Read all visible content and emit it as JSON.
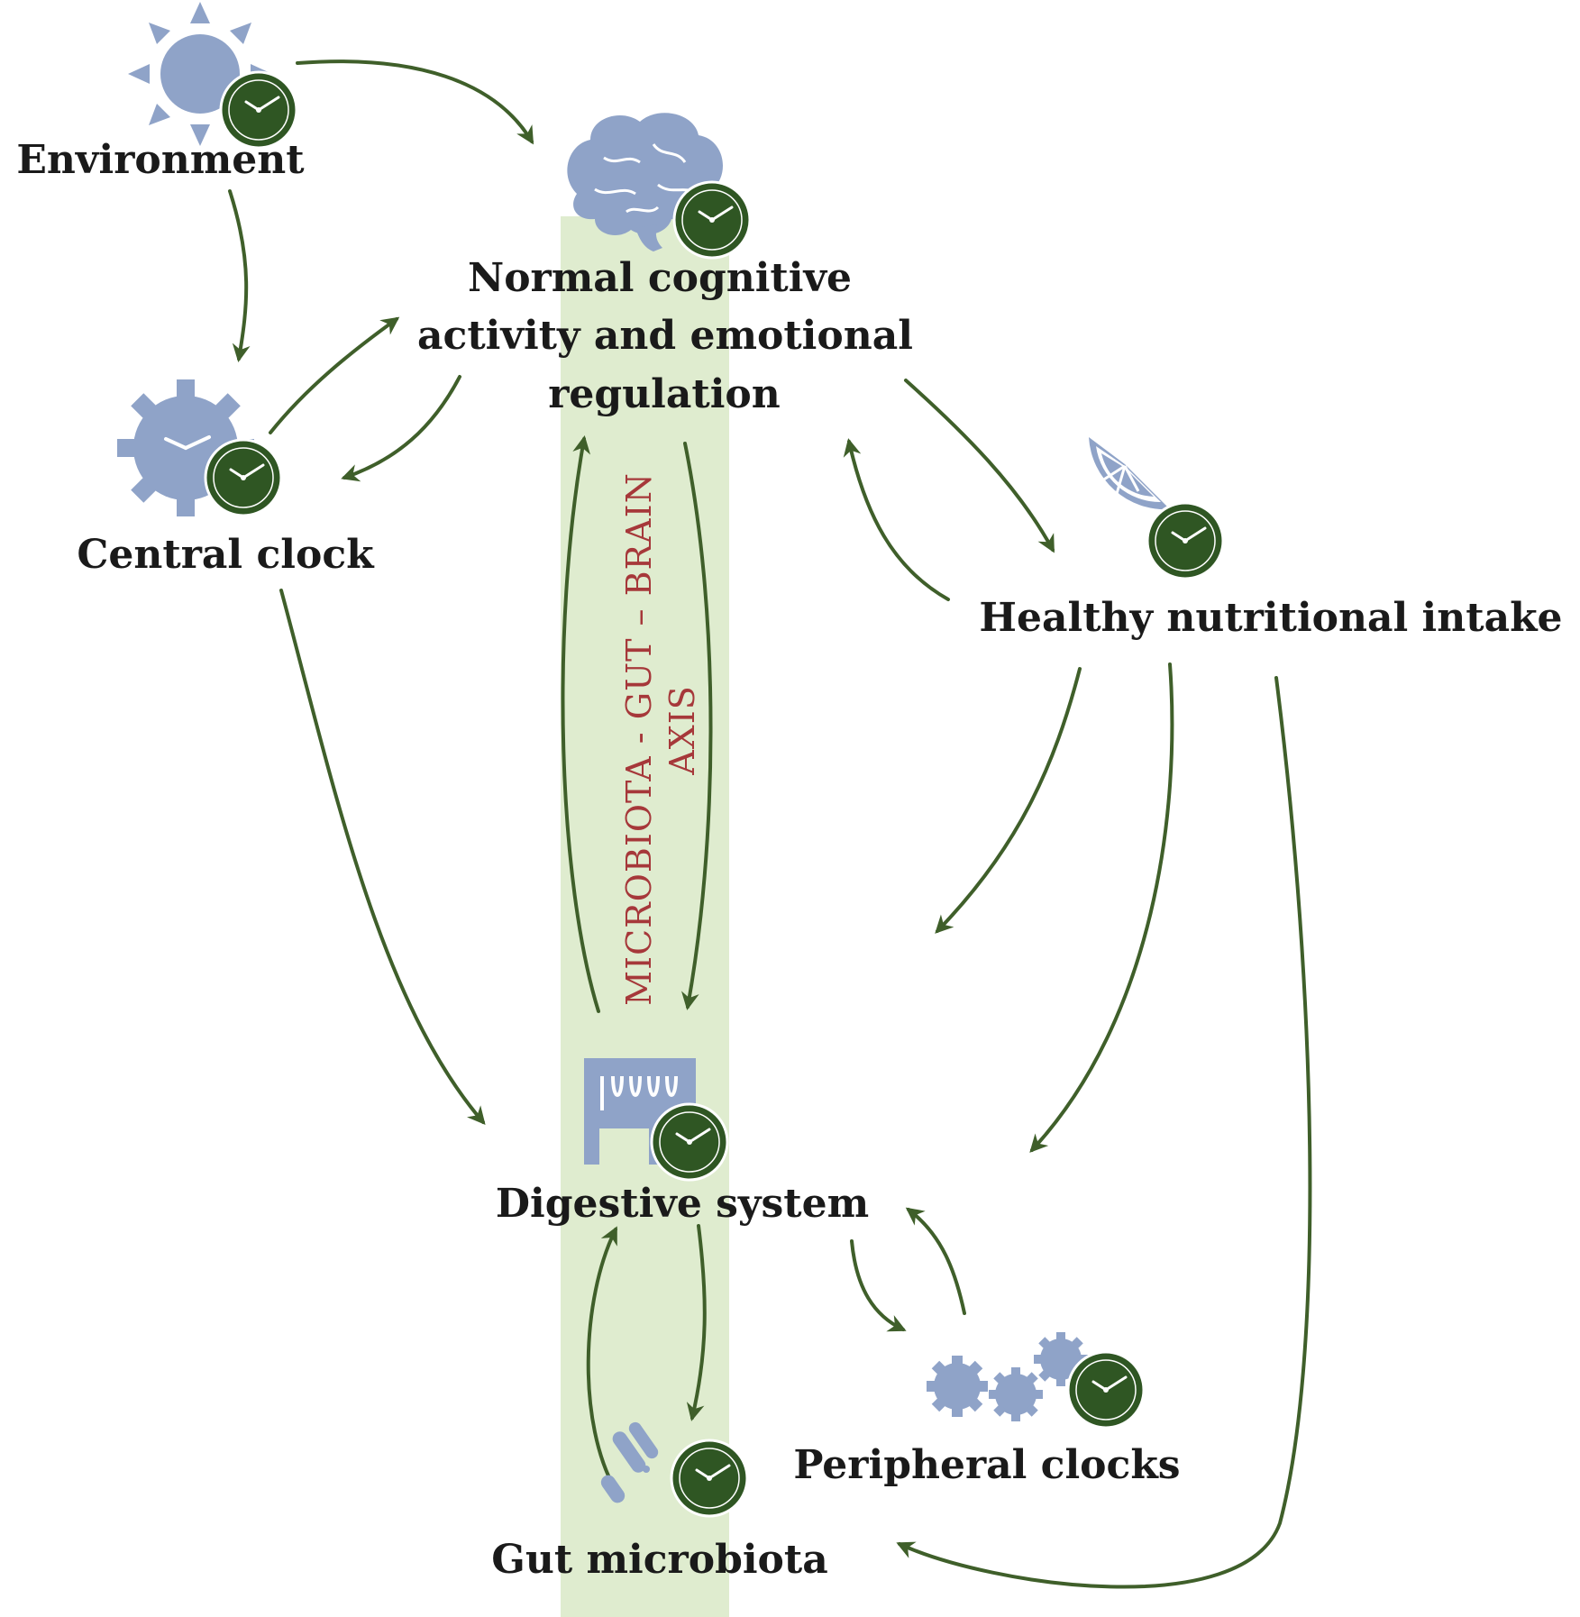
{
  "colors": {
    "arrow": "#3f5f2a",
    "axis_band": "#dfeccf",
    "axis_text": "#a6383a",
    "icon": "#8fa3c8",
    "clock": "#2f5623"
  },
  "nodes": {
    "environment": {
      "label": "Environment",
      "icon": "sun-icon"
    },
    "cognitive": {
      "lines": [
        "Normal cognitive",
        "activity and emotional",
        "regulation"
      ],
      "icon": "brain-icon"
    },
    "central_clock": {
      "label": "Central clock",
      "icon": "gear-clock-icon"
    },
    "nutrition": {
      "label": "Healthy nutritional intake",
      "icon": "citrus-icon"
    },
    "digestive": {
      "label": "Digestive system",
      "icon": "intestine-icon"
    },
    "peripheral": {
      "label": "Peripheral clocks",
      "icon": "gears-icon"
    },
    "microbiota": {
      "label": "Gut microbiota",
      "icon": "bacteria-icon"
    }
  },
  "axis": {
    "line1": "MICROBIOTA - GUT – BRAIN",
    "line2": "AXIS"
  }
}
